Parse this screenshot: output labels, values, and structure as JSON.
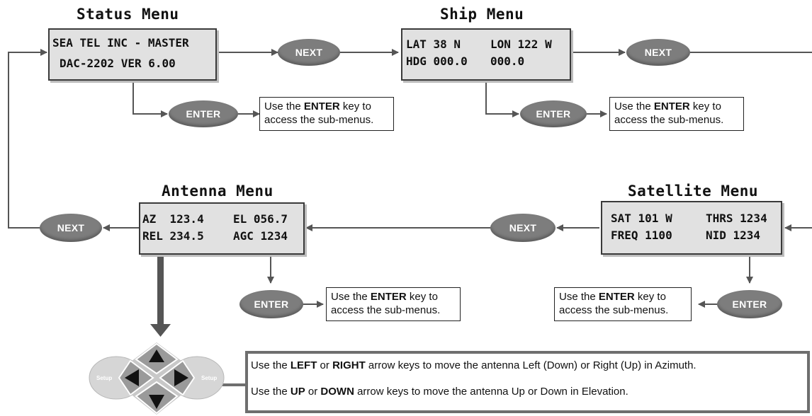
{
  "menus": {
    "status": {
      "title": "Status Menu",
      "line1": "SEA TEL INC - MASTER",
      "line2": "DAC-2202 VER 6.00"
    },
    "ship": {
      "title": "Ship Menu",
      "line1a": "LAT 38 N",
      "line1b": "LON 122 W",
      "line2a": "HDG 000.0",
      "line2b": "000.0"
    },
    "satellite": {
      "title": "Satellite Menu",
      "line1a": "SAT 101 W",
      "line1b": "THRS 1234",
      "line2a": "FREQ 1100",
      "line2b": "NID 1234"
    },
    "antenna": {
      "title": "Antenna Menu",
      "line1a": "AZ  123.4",
      "line1b": "EL 056.7",
      "line2a": "REL 234.5",
      "line2b": "AGC 1234"
    }
  },
  "keys": {
    "next": "NEXT",
    "enter": "ENTER",
    "setup": "Setup"
  },
  "enter_note": {
    "pre": "Use the ",
    "key": "ENTER",
    "post": " key to",
    "line2": "access the sub-menus."
  },
  "arrow_note": {
    "l1_pre": "Use the ",
    "l1_k1": "LEFT",
    "l1_mid": " or ",
    "l1_k2": "RIGHT",
    "l1_post": " arrow keys to move the antenna Left (Down) or Right (Up) in Azimuth.",
    "l2_pre": "Use the ",
    "l2_k1": "UP",
    "l2_mid": " or ",
    "l2_k2": "DOWN",
    "l2_post": " arrow keys to move the antenna Up or Down in Elevation."
  },
  "colors": {
    "pill": "#7d7d7d",
    "lcd": "#e1e1e1",
    "line": "#555555",
    "keypad": "#cfcfcf"
  }
}
